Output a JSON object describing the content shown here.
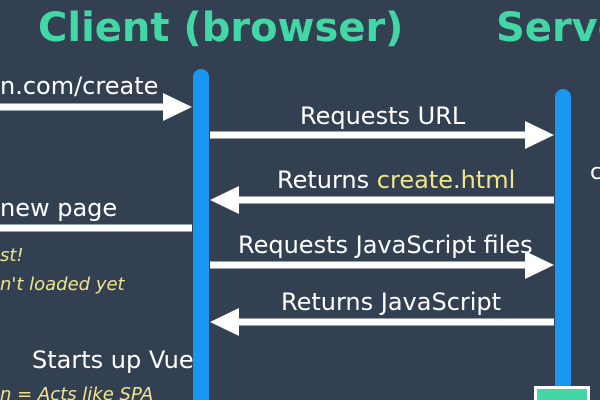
{
  "headers": {
    "client": "Client (browser)",
    "server": "Server"
  },
  "left_labels": {
    "url": "n.com/create",
    "new_page": "new page",
    "starts_vue": "Starts up Vue"
  },
  "notes": {
    "line1": "st!",
    "line2": "n't loaded yet",
    "line3": "n = Acts like SPA"
  },
  "messages": {
    "requests_url": "Requests URL",
    "returns_prefix": "Returns ",
    "returns_file": "create.html",
    "requests_js": "Requests JavaScript files",
    "returns_js": "Returns JavaScript"
  },
  "right_edge_char": "c",
  "colors": {
    "background": "#334052",
    "heading": "#41d8a6",
    "lifeline": "#1996f0",
    "arrow": "#ffffff",
    "highlight": "#f1e58b"
  }
}
